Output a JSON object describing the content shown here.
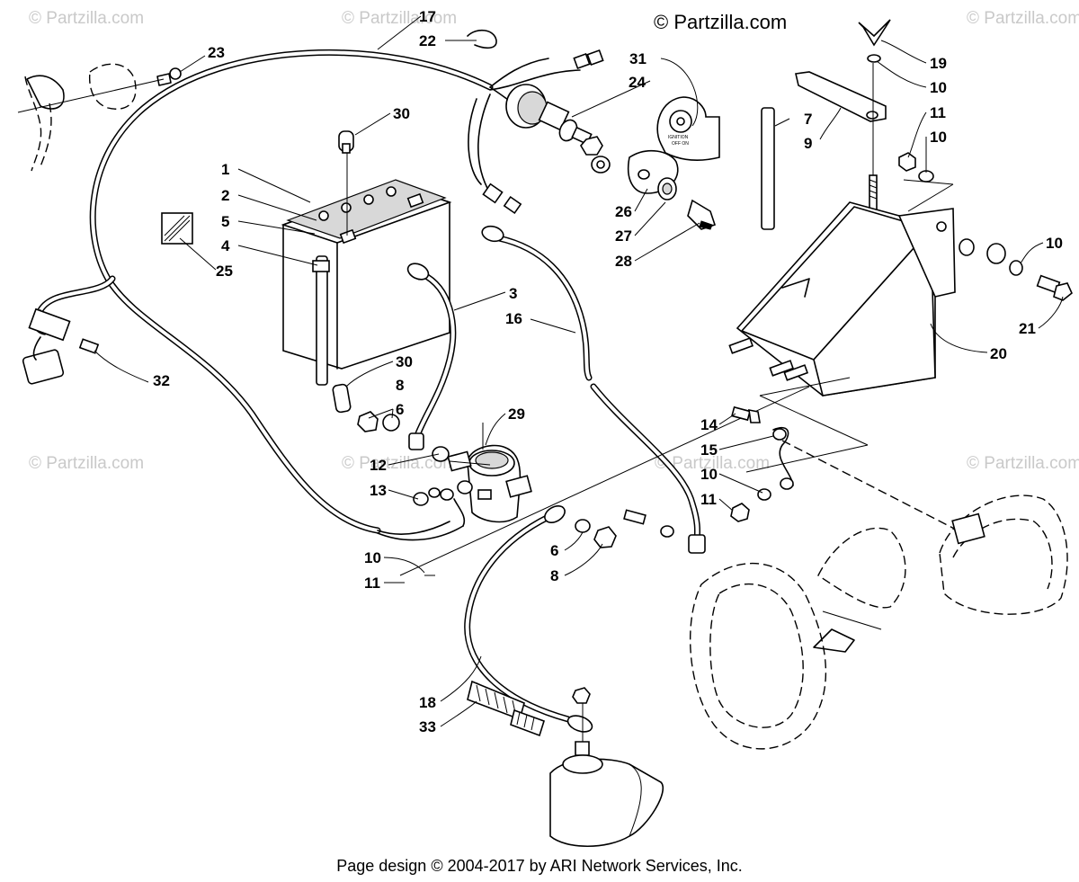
{
  "copyright": "© Partzilla.com",
  "watermark": "© Partzilla.com",
  "footer": "Page design © 2004-2017 by ARI Network Services, Inc.",
  "sticker": {
    "line1": "IGNITION",
    "line2": "OFF ON"
  },
  "callouts": {
    "c1": "1",
    "c2": "2",
    "c3": "3",
    "c4": "4",
    "c5": "5",
    "c6a": "6",
    "c6b": "6",
    "c7": "7",
    "c8a": "8",
    "c8b": "8",
    "c9": "9",
    "c10a": "10",
    "c10b": "10",
    "c10c": "10",
    "c10d": "10",
    "c10e": "10",
    "c11a": "11",
    "c11b": "11",
    "c11c": "11",
    "c12": "12",
    "c13": "13",
    "c14": "14",
    "c15": "15",
    "c16": "16",
    "c17": "17",
    "c18": "18",
    "c19": "19",
    "c20": "20",
    "c21": "21",
    "c22": "22",
    "c23": "23",
    "c24": "24",
    "c25": "25",
    "c26": "26",
    "c27": "27",
    "c28": "28",
    "c29": "29",
    "c30a": "30",
    "c30b": "30",
    "c31": "31",
    "c32": "32",
    "c33": "33"
  }
}
